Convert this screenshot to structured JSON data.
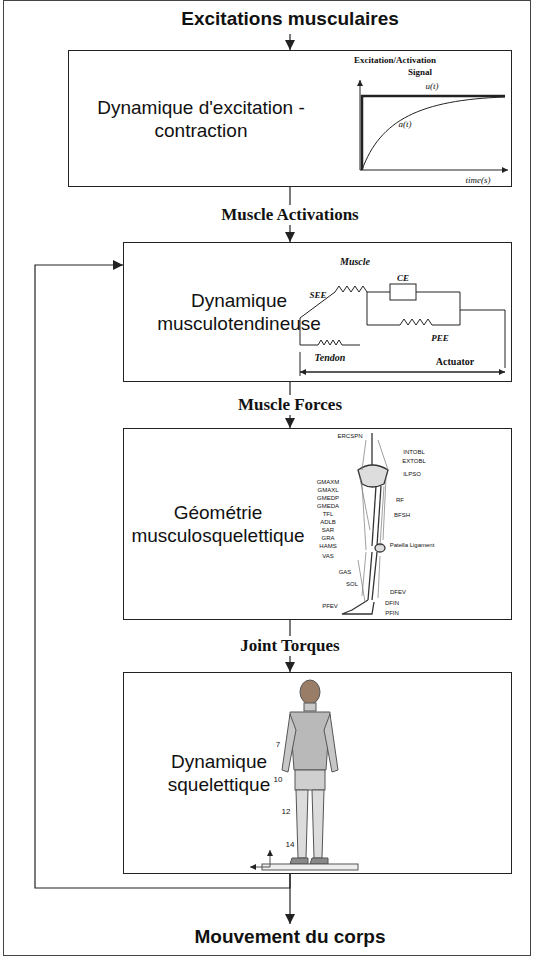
{
  "diagram": {
    "title": "Excitations musculaires",
    "caption": "Mouvement du corps",
    "nodes": [
      {
        "text": [
          "Dynamique d'excitation - contraction"
        ]
      },
      {
        "text": [
          "Dynamique musculotendineuse"
        ]
      },
      {
        "text": [
          "Géométrie musculosquelettique"
        ]
      },
      {
        "text": [
          "Dynamique squelettique"
        ]
      }
    ],
    "edges": [
      {
        "from": 0,
        "to": 1,
        "label": "Muscle Activations",
        "arrow": "to"
      },
      {
        "from": 1,
        "to": 2,
        "label": "Muscle Forces",
        "arrow": "to"
      },
      {
        "from": 2,
        "to": 3,
        "label": "Joint Torques",
        "arrow": "to"
      },
      {
        "from": 3,
        "to": 1,
        "arrow": "to"
      }
    ],
    "labels": [
      "Excitation/Activation",
      "Signal",
      "u(t)",
      "a(t)",
      "time(s)",
      "Muscle",
      "CE",
      "SEE",
      "PEE",
      "Tendon",
      "Actuator",
      "ERCSPN",
      "INTOBL",
      "EXTOBL",
      "ILPSO",
      "GMAXM",
      "GMAXL",
      "GMEDP",
      "GMEDA",
      "TFL",
      "ADLB",
      "RF",
      "BFSH",
      "Patella Ligament",
      "SAR",
      "GRA",
      "HAMS",
      "VAS",
      "GAS",
      "SOL",
      "DFEV",
      "DFIN",
      "PFIN",
      "PFEV",
      "7",
      "10",
      "12",
      "14"
    ]
  }
}
